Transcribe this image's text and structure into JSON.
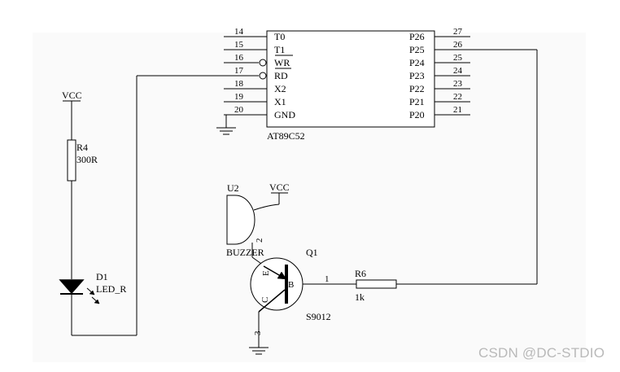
{
  "mcu": {
    "name": "AT89C52",
    "left_pins": [
      {
        "num": "14",
        "label": "T0"
      },
      {
        "num": "15",
        "label": "T1"
      },
      {
        "num": "16",
        "label": "WR"
      },
      {
        "num": "17",
        "label": "RD"
      },
      {
        "num": "18",
        "label": "X2"
      },
      {
        "num": "19",
        "label": "X1"
      },
      {
        "num": "20",
        "label": "GND"
      }
    ],
    "right_pins": [
      {
        "num": "27",
        "label": "P26"
      },
      {
        "num": "26",
        "label": "P25"
      },
      {
        "num": "25",
        "label": "P24"
      },
      {
        "num": "24",
        "label": "P23"
      },
      {
        "num": "23",
        "label": "P22"
      },
      {
        "num": "22",
        "label": "P21"
      },
      {
        "num": "21",
        "label": "P20"
      }
    ]
  },
  "led_branch": {
    "vcc": "VCC",
    "resistor_ref": "R4",
    "resistor_value": "300R",
    "led_ref": "D1",
    "led_value": "LED_R"
  },
  "buzzer": {
    "ref": "U2",
    "vcc": "VCC",
    "value": "BUZZER",
    "pin": "2"
  },
  "transistor": {
    "ref": "Q1",
    "model": "S9012",
    "emitter": "E",
    "base": "B",
    "collector": "C",
    "pin_base": "1",
    "pin_collector": "3"
  },
  "base_resistor": {
    "ref": "R6",
    "value": "1k"
  },
  "watermark": "CSDN @DC-STDIO"
}
